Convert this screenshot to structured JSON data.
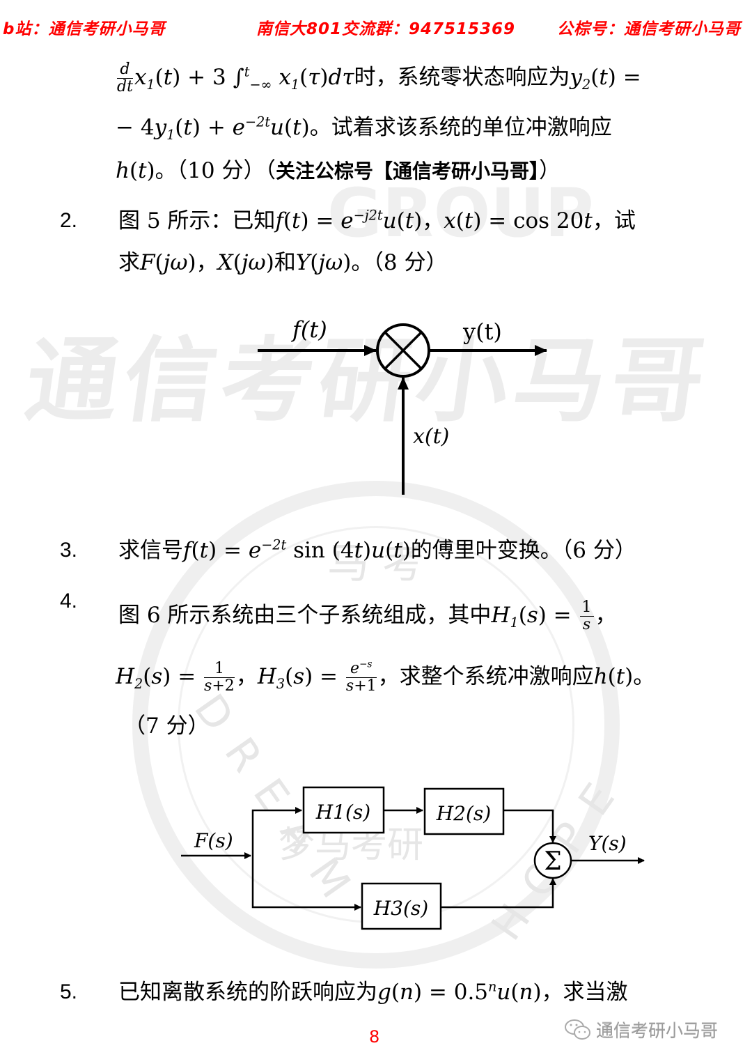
{
  "header": {
    "left": "b站：通信考研小马哥",
    "center": "南信大801交流群：947515369",
    "right": "公棕号：通信考研小马哥"
  },
  "watermarks": {
    "big_text": "通信考研小马哥",
    "group_text": "GROUP",
    "seal_center": "梦马考研",
    "seal_left": "DREAM",
    "seal_right": "HOPE",
    "seal_top": "马 考"
  },
  "problem1_cont": {
    "line1_text": "时，系统零状态响应为",
    "line2_text": "。试着求该系统的单位冲激响应",
    "line3_score": "。（10 分）（",
    "line3_bold": "关注公棕号【通信考研小马哥】",
    "line3_end": "）"
  },
  "problem2": {
    "number": "2.",
    "text_a": "图 5 所示：已知",
    "text_b": "，",
    "text_c": "，试",
    "line2_a": "求",
    "line2_b": "，",
    "line2_c": "和",
    "line2_d": "。（8 分）"
  },
  "diagram1": {
    "input_label": "f(t)",
    "output_label": "y(t)",
    "bottom_label": "x(t)",
    "operator": "multiplier"
  },
  "problem3": {
    "number": "3.",
    "text_a": "求信号",
    "text_b": "的傅里叶变换。（6 分）"
  },
  "problem4": {
    "number": "4.",
    "text_a": "图 6 所示系统由三个子系统组成，其中",
    "text_b": "，",
    "line2_mid": "，",
    "line2_end": "，求整个系统冲激响应",
    "line2_tail": "。",
    "line3": "（7 分）"
  },
  "diagram2": {
    "input_label": "F(s)",
    "output_label": "Y(s)",
    "blocks": [
      "H1(s)",
      "H2(s)",
      "H3(s)"
    ],
    "sum_symbol": "Σ"
  },
  "problem5": {
    "number": "5.",
    "text_a": "已知离散系统的阶跃响应为",
    "text_b": "，求当激"
  },
  "footer": {
    "page_number": "8",
    "wechat_label": "通信考研小马哥"
  }
}
